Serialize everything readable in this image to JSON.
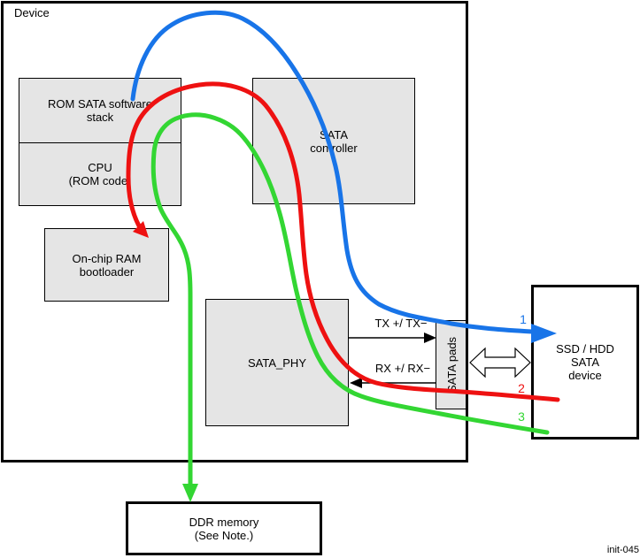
{
  "diagram": {
    "device_label": "Device",
    "figure_id": "init-045",
    "colors": {
      "flow1_blue": "#1874e8",
      "flow2_red": "#ee1111",
      "flow3_green": "#33d633",
      "box_fill": "#e5e5e5",
      "line_black": "#000000"
    },
    "boxes": {
      "rom_stack": {
        "line1": "ROM SATA software",
        "line2": "stack"
      },
      "cpu": {
        "line1": "CPU",
        "line2": "(ROM code)"
      },
      "sata_controller": {
        "line1": "SATA",
        "line2": "controller"
      },
      "onchip_ram": {
        "line1": "On-chip RAM",
        "line2": "bootloader"
      },
      "sata_phy": {
        "label": "SATA_PHY"
      },
      "sata_pads": {
        "label": "SATA pads"
      },
      "ssd": {
        "line1": "SSD / HDD",
        "line2": "SATA",
        "line3": "device"
      },
      "ddr": {
        "line1": "DDR memory",
        "line2": "(See Note.)"
      }
    },
    "signals": {
      "tx_label": "TX +/ TX−",
      "rx_label": "RX +/ RX−"
    },
    "flows": [
      {
        "number": "1",
        "color": "#1874e8"
      },
      {
        "number": "2",
        "color": "#ee1111"
      },
      {
        "number": "3",
        "color": "#33d633"
      }
    ]
  }
}
